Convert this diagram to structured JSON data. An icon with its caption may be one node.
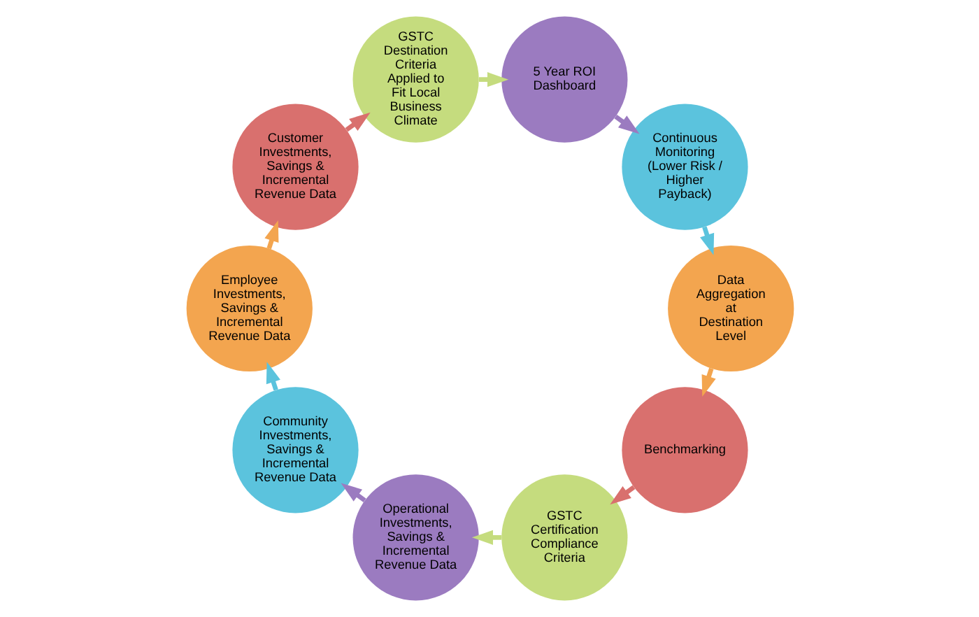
{
  "diagram": {
    "nodes": [
      {
        "text": [
          "Benchmarking"
        ]
      },
      {
        "text": [
          "GSTC Certification Compliance Criteria"
        ]
      },
      {
        "text": [
          "Operational Investments, Savings & Incremental Revenue Data"
        ]
      },
      {
        "text": [
          "Community Investments, Savings & Incremental Revenue Data"
        ]
      },
      {
        "text": [
          "Employee Investments, Savings & Incremental Revenue Data"
        ]
      },
      {
        "text": [
          "Customer Investments, Savings & Incremental Revenue Data"
        ]
      },
      {
        "text": [
          "GSTC Destination Criteria Applied to Fit Local Business Climate"
        ]
      },
      {
        "text": [
          "5 Year ROI Dashboard"
        ]
      },
      {
        "text": [
          "Continuous Monitoring (Lower Risk / Higher Payback)"
        ]
      },
      {
        "text": [
          "Data Aggregation at Destination Level"
        ]
      }
    ],
    "edges": [
      {
        "from": 0,
        "to": 1,
        "arrow": "to",
        "color": "#d9706e"
      },
      {
        "from": 1,
        "to": 2,
        "arrow": "to",
        "color": "#c5dc7e"
      },
      {
        "from": 2,
        "to": 3,
        "arrow": "to",
        "color": "#9b7bc0"
      },
      {
        "from": 3,
        "to": 4,
        "arrow": "to",
        "color": "#5bc3dd"
      },
      {
        "from": 4,
        "to": 5,
        "arrow": "to",
        "color": "#f3a54f"
      },
      {
        "from": 5,
        "to": 6,
        "arrow": "to",
        "color": "#d9706e"
      },
      {
        "from": 6,
        "to": 7,
        "arrow": "to",
        "color": "#c5dc7e"
      },
      {
        "from": 7,
        "to": 8,
        "arrow": "to",
        "color": "#9b7bc0"
      },
      {
        "from": 8,
        "to": 9,
        "arrow": "to",
        "color": "#5bc3dd"
      },
      {
        "from": 9,
        "to": 0,
        "arrow": "to",
        "color": "#f3a54f"
      }
    ]
  }
}
